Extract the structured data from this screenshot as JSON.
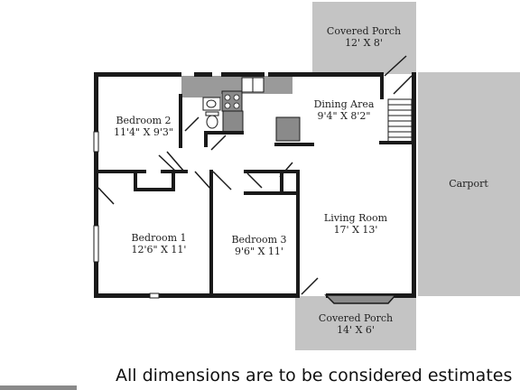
{
  "colors": {
    "wall": "#1a1a1a",
    "outdoor_area": "#c4c4c4",
    "appliance": "#8a8a8a",
    "background": "#ffffff"
  },
  "rooms": {
    "covered_porch_top": {
      "name": "Covered Porch",
      "size": "12' X 8'"
    },
    "dining_area": {
      "name": "Dining Area",
      "size": "9'4\" X 8'2\""
    },
    "bedroom_2": {
      "name": "Bedroom 2",
      "size": "11'4\" X 9'3\""
    },
    "carport": {
      "name": "Carport"
    },
    "bedroom_1": {
      "name": "Bedroom 1",
      "size": "12'6\" X 11'"
    },
    "bedroom_3": {
      "name": "Bedroom 3",
      "size": "9'6\" X 11'"
    },
    "living_room": {
      "name": "Living Room",
      "size": "17' X 13'"
    },
    "covered_porch_bottom": {
      "name": "Covered Porch",
      "size": "14' X 6'"
    }
  },
  "footer_note": "All dimensions are to be considered estimates",
  "icons": [
    "stair-icon",
    "stove-icon",
    "sink-icon",
    "toilet-icon",
    "door-swing-icon"
  ]
}
